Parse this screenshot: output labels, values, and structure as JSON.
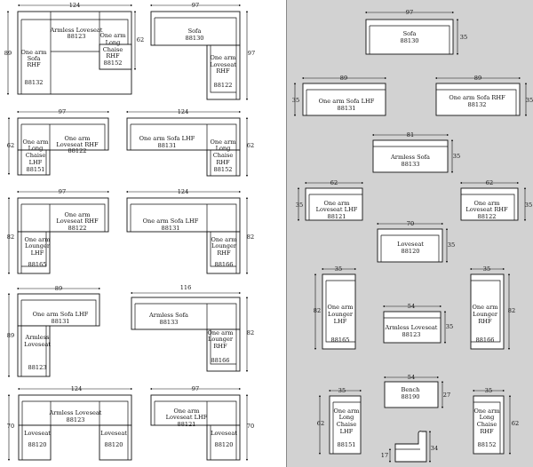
{
  "layouts": [
    {
      "top_dim": "124",
      "left_dim": "89",
      "right_dim": "62",
      "parts": [
        [
          "One arm",
          "Sofa",
          "RHF",
          "88132"
        ],
        [
          "Armless Loveseat",
          "88123"
        ],
        [
          "One arm",
          "Long",
          "Chaise",
          "RHF",
          "88152"
        ]
      ]
    },
    {
      "top_dim": "97",
      "right_dim": "97",
      "parts": [
        [
          "Sofa",
          "88130"
        ],
        [
          "One arm",
          "Loveseat",
          "RHF",
          "88122"
        ]
      ]
    },
    {
      "top_dim": "97",
      "left_dim": "62",
      "parts": [
        [
          "One arm",
          "Long",
          "Chaise",
          "LHF",
          "88151"
        ],
        [
          "One arm",
          "Loveseat RHF",
          "88122"
        ]
      ]
    },
    {
      "top_dim": "124",
      "right_dim": "62",
      "parts": [
        [
          "One arm Sofa LHF",
          "88131"
        ],
        [
          "One arm",
          "Long",
          "Chaise",
          "RHF",
          "88152"
        ]
      ]
    },
    {
      "top_dim": "97",
      "left_dim": "82",
      "parts": [
        [
          "One arm",
          "Lounger",
          "LHF",
          "88165"
        ],
        [
          "One arm",
          "Loveseat RHF",
          "88122"
        ]
      ]
    },
    {
      "top_dim": "124",
      "right_dim": "82",
      "parts": [
        [
          "One arm Sofa LHF",
          "88131"
        ],
        [
          "One arm",
          "Lounger",
          "RHF",
          "88166"
        ]
      ]
    },
    {
      "top_dim": "89",
      "left_dim": "89",
      "parts": [
        [
          "One arm Sofa LHF",
          "88131"
        ],
        [
          "Armless",
          "Loveseat",
          "88123"
        ]
      ]
    },
    {
      "top_dim": "116",
      "right_dim": "82",
      "parts": [
        [
          "Armless Sofa",
          "88133"
        ],
        [
          "One arm",
          "Lounger",
          "RHF",
          "88166"
        ]
      ]
    },
    {
      "top_dim": "124",
      "left_dim": "70",
      "parts": [
        [
          "Armless Loveseat",
          "88123"
        ],
        [
          "Loveseat",
          "88120"
        ],
        [
          "Loveseat",
          "88120"
        ]
      ]
    },
    {
      "top_dim": "97",
      "right_dim": "70",
      "parts": [
        [
          "One arm",
          "Loveseat LHF",
          "88121"
        ],
        [
          "Loveseat",
          "88120"
        ]
      ]
    }
  ],
  "pieces": [
    {
      "dim": "97",
      "dim2": "35",
      "lines": [
        "Sofa",
        "88130"
      ]
    },
    {
      "dim": "89",
      "dim2": "35",
      "lines": [
        "One arm Sofa LHF",
        "88131"
      ]
    },
    {
      "dim": "89",
      "dim2": "35",
      "lines": [
        "One arm Sofa RHF",
        "88132"
      ]
    },
    {
      "dim": "81",
      "dim2": "35",
      "lines": [
        "Armless Sofa",
        "88133"
      ]
    },
    {
      "dim": "62",
      "dim2": "35",
      "lines": [
        "One arm",
        "Loveseat LHF",
        "88121"
      ]
    },
    {
      "dim": "62",
      "dim2": "35",
      "lines": [
        "One arm",
        "Loveseat RHF",
        "88122"
      ]
    },
    {
      "dim": "70",
      "dim2": "35",
      "lines": [
        "Loveseat",
        "88120"
      ]
    },
    {
      "dim": "35",
      "dim2": "82",
      "lines": [
        "One arm",
        "Lounger",
        "LHF",
        "88165"
      ]
    },
    {
      "dim": "54",
      "dim2": "35",
      "lines": [
        "Armless Loveseat",
        "88123"
      ]
    },
    {
      "dim": "35",
      "dim2": "82",
      "lines": [
        "One arm",
        "Lounger",
        "RHF",
        "88166"
      ]
    },
    {
      "dim": "54",
      "dim2": "27",
      "lines": [
        "Bench",
        "88190"
      ]
    },
    {
      "dim": "35",
      "dim2": "62",
      "lines": [
        "One arm",
        "Long",
        "Chaise",
        "LHF",
        "88151"
      ]
    },
    {
      "dim": "35",
      "dim2": "62",
      "lines": [
        "One arm",
        "Long",
        "Chaise",
        "RHF",
        "88152"
      ]
    }
  ],
  "side_view": {
    "height": "34",
    "seat": "17"
  }
}
